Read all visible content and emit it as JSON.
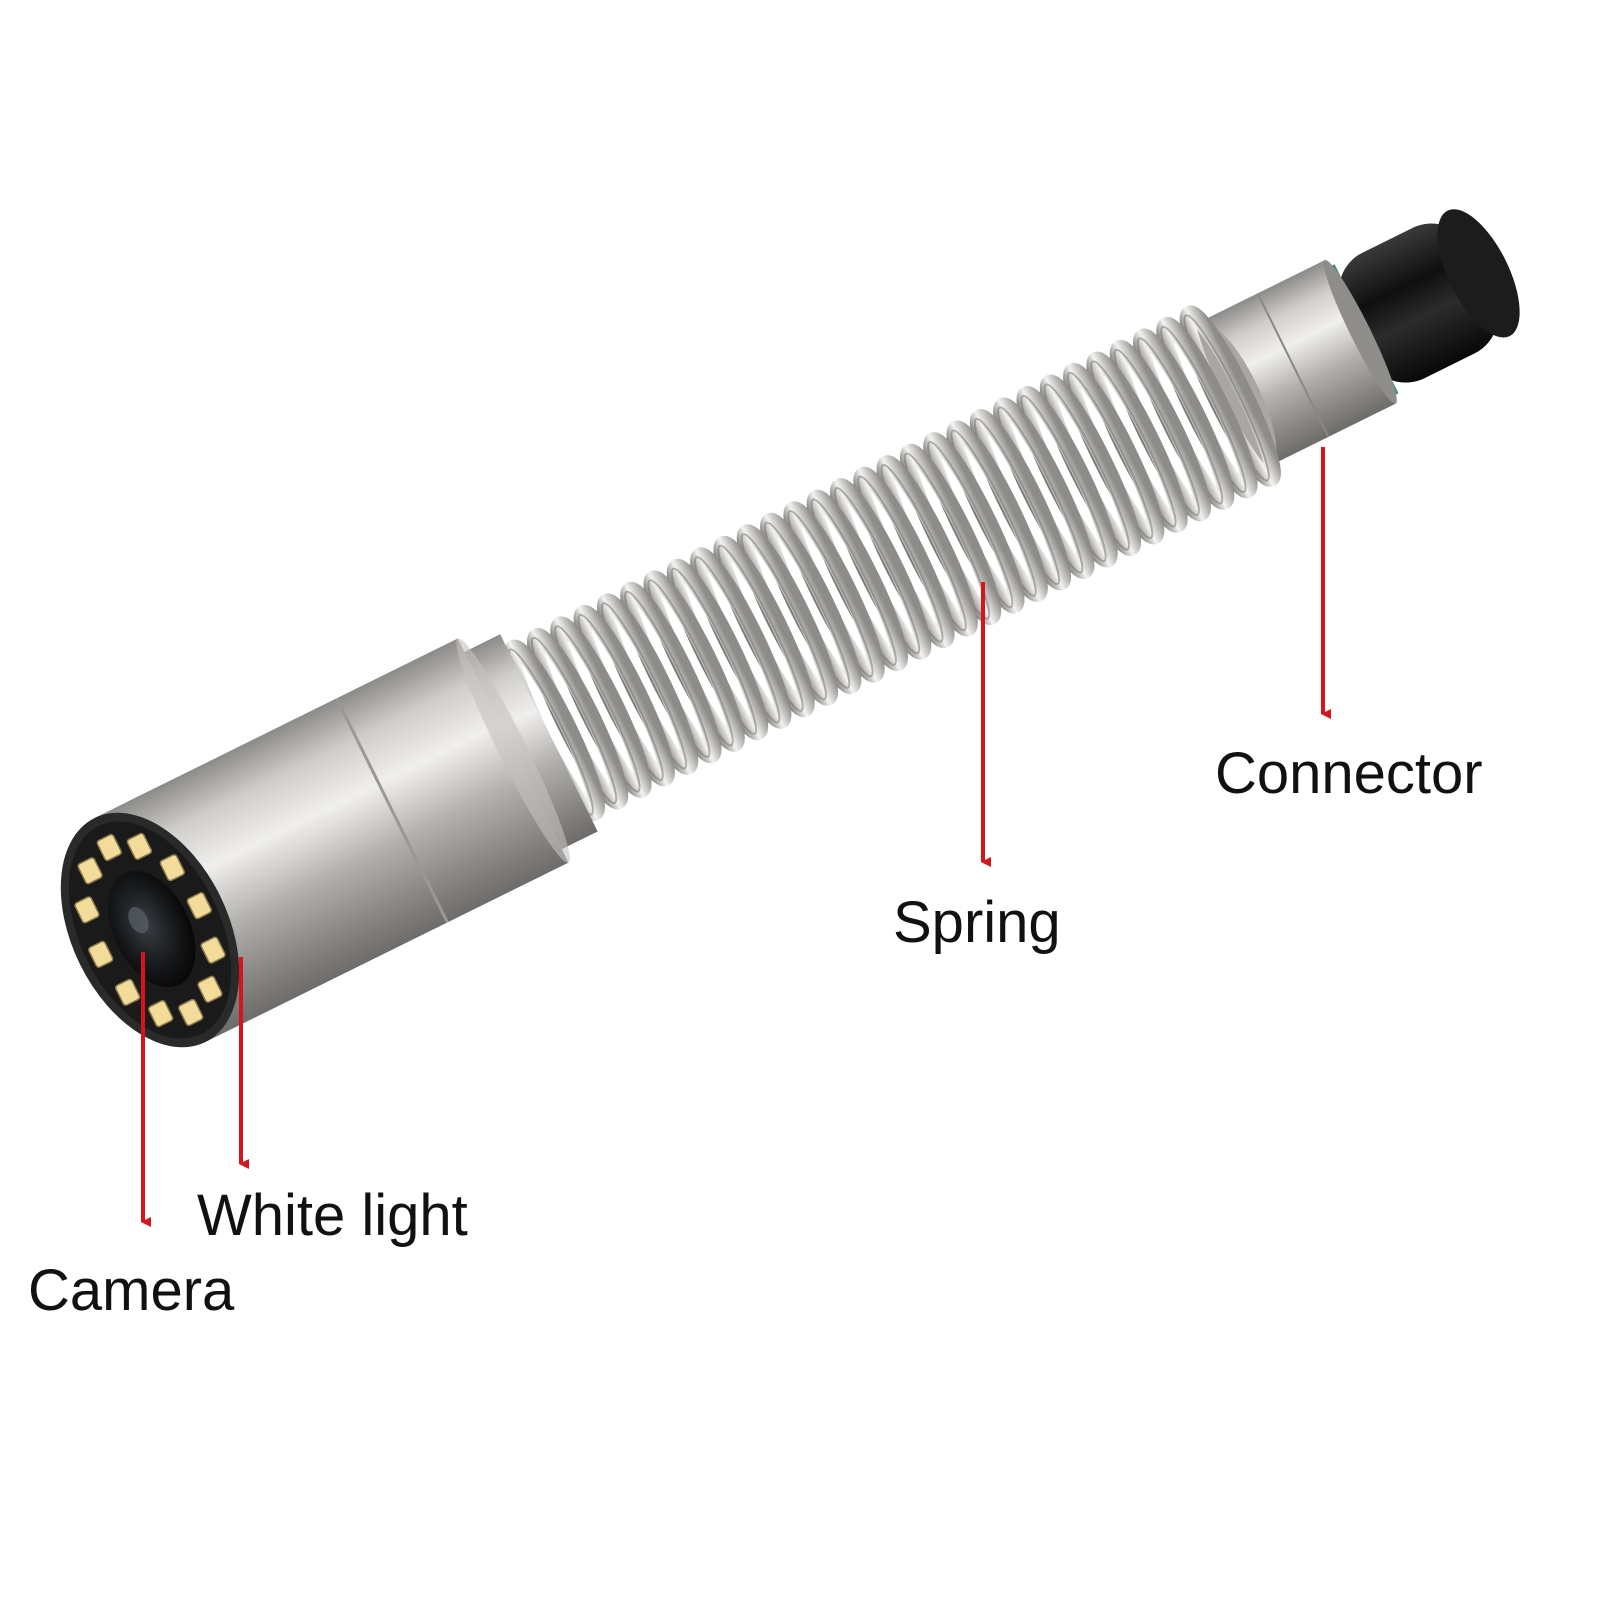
{
  "labels": {
    "connector": "Connector",
    "spring": "Spring",
    "white_light": "White light",
    "camera": "Camera"
  },
  "colors": {
    "background": "#ffffff",
    "arrow": "#d6141c",
    "label_text": "#111111",
    "steel": "#b9b7b4",
    "connector_black": "#151515",
    "led": "#f3dc9a"
  }
}
